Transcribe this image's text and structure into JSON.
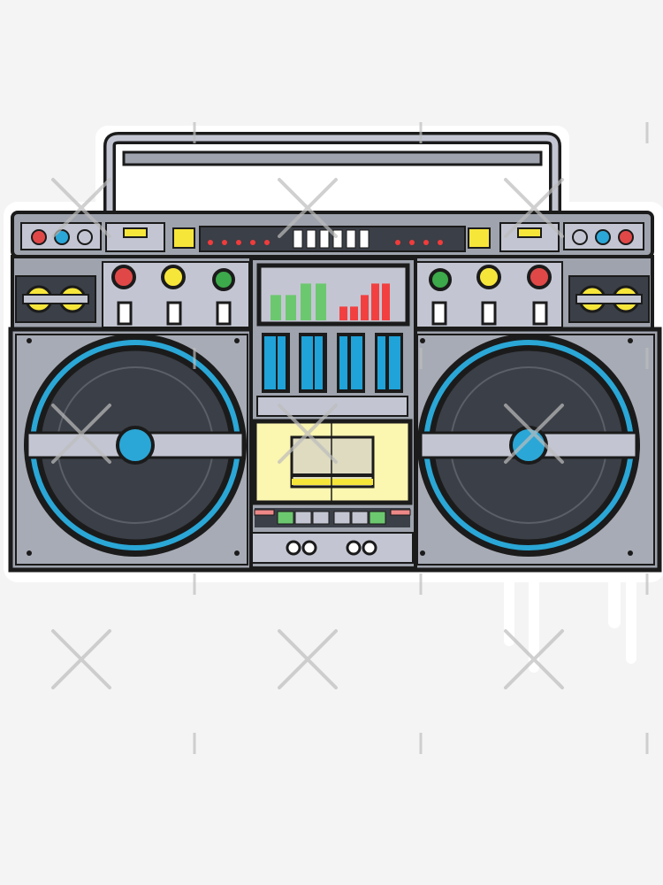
{
  "image": {
    "subject": "boombox-sticker",
    "colors": {
      "background": "#f4f4f4",
      "body": "#9ea3ad",
      "panel": "#c3c6d2",
      "outline": "#1b1b1b",
      "speaker_cone": "#3b3f47",
      "speaker_ring": "#2aa7d6",
      "accent_yellow": "#f7e63a",
      "cassette": "#fbf6b0",
      "led_red": "#f23b3b",
      "eq_green": "#6cc86f",
      "eq_red": "#f24040",
      "slider_blue": "#1fa3d8",
      "knob_red": "#e04848",
      "knob_green": "#3ca94a",
      "watermark": "#bdbdbd"
    },
    "equalizer_levels_left": [
      0.55,
      0.55,
      0.8,
      0.8
    ],
    "equalizer_levels_right": [
      0.3,
      0.3,
      0.55,
      0.8,
      0.8
    ]
  }
}
